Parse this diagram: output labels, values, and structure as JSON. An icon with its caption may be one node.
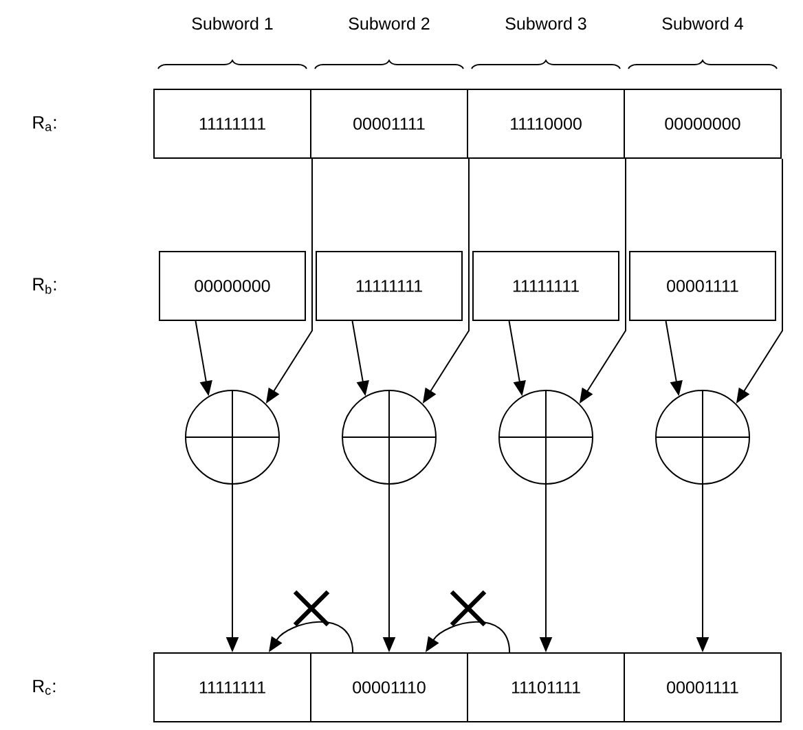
{
  "diagram": {
    "nodes": [
      {
        "text": [
          "11111111"
        ]
      },
      {
        "text": [
          "00001111"
        ]
      },
      {
        "text": [
          "11110000"
        ]
      },
      {
        "text": [
          "00000000"
        ]
      },
      {
        "text": [
          "00000000"
        ]
      },
      {
        "text": [
          "11111111"
        ]
      },
      {
        "text": [
          "11111111"
        ]
      },
      {
        "text": [
          "00001111"
        ]
      },
      {
        "text": [],
        "shape": "circle"
      },
      {
        "text": [],
        "shape": "circle"
      },
      {
        "text": [],
        "shape": "circle"
      },
      {
        "text": [],
        "shape": "circle"
      },
      {
        "text": [
          "11111111"
        ]
      },
      {
        "text": [
          "00001110"
        ]
      },
      {
        "text": [
          "11101111"
        ]
      },
      {
        "text": [
          "00001111"
        ]
      }
    ],
    "edges": [
      {
        "from": 0,
        "to": 8,
        "arrow": "to"
      },
      {
        "from": 4,
        "to": 8,
        "arrow": "to"
      },
      {
        "from": 1,
        "to": 9,
        "arrow": "to"
      },
      {
        "from": 5,
        "to": 9,
        "arrow": "to"
      },
      {
        "from": 2,
        "to": 10,
        "arrow": "to"
      },
      {
        "from": 6,
        "to": 10,
        "arrow": "to"
      },
      {
        "from": 3,
        "to": 11,
        "arrow": "to"
      },
      {
        "from": 7,
        "to": 11,
        "arrow": "to"
      },
      {
        "from": 8,
        "to": 12,
        "arrow": "to"
      },
      {
        "from": 9,
        "to": 13,
        "arrow": "to"
      },
      {
        "from": 10,
        "to": 14,
        "arrow": "to"
      },
      {
        "from": 11,
        "to": 15,
        "arrow": "to"
      },
      {
        "from": 13,
        "to": 12,
        "arrow": "to"
      },
      {
        "from": 14,
        "to": 13,
        "arrow": "to"
      }
    ],
    "labels": [
      "Subword 1",
      "Subword 2",
      "Subword 3",
      "Subword 4",
      "R$_{a}$:",
      "R$_{b}$:",
      "R$_{c}$:"
    ]
  }
}
